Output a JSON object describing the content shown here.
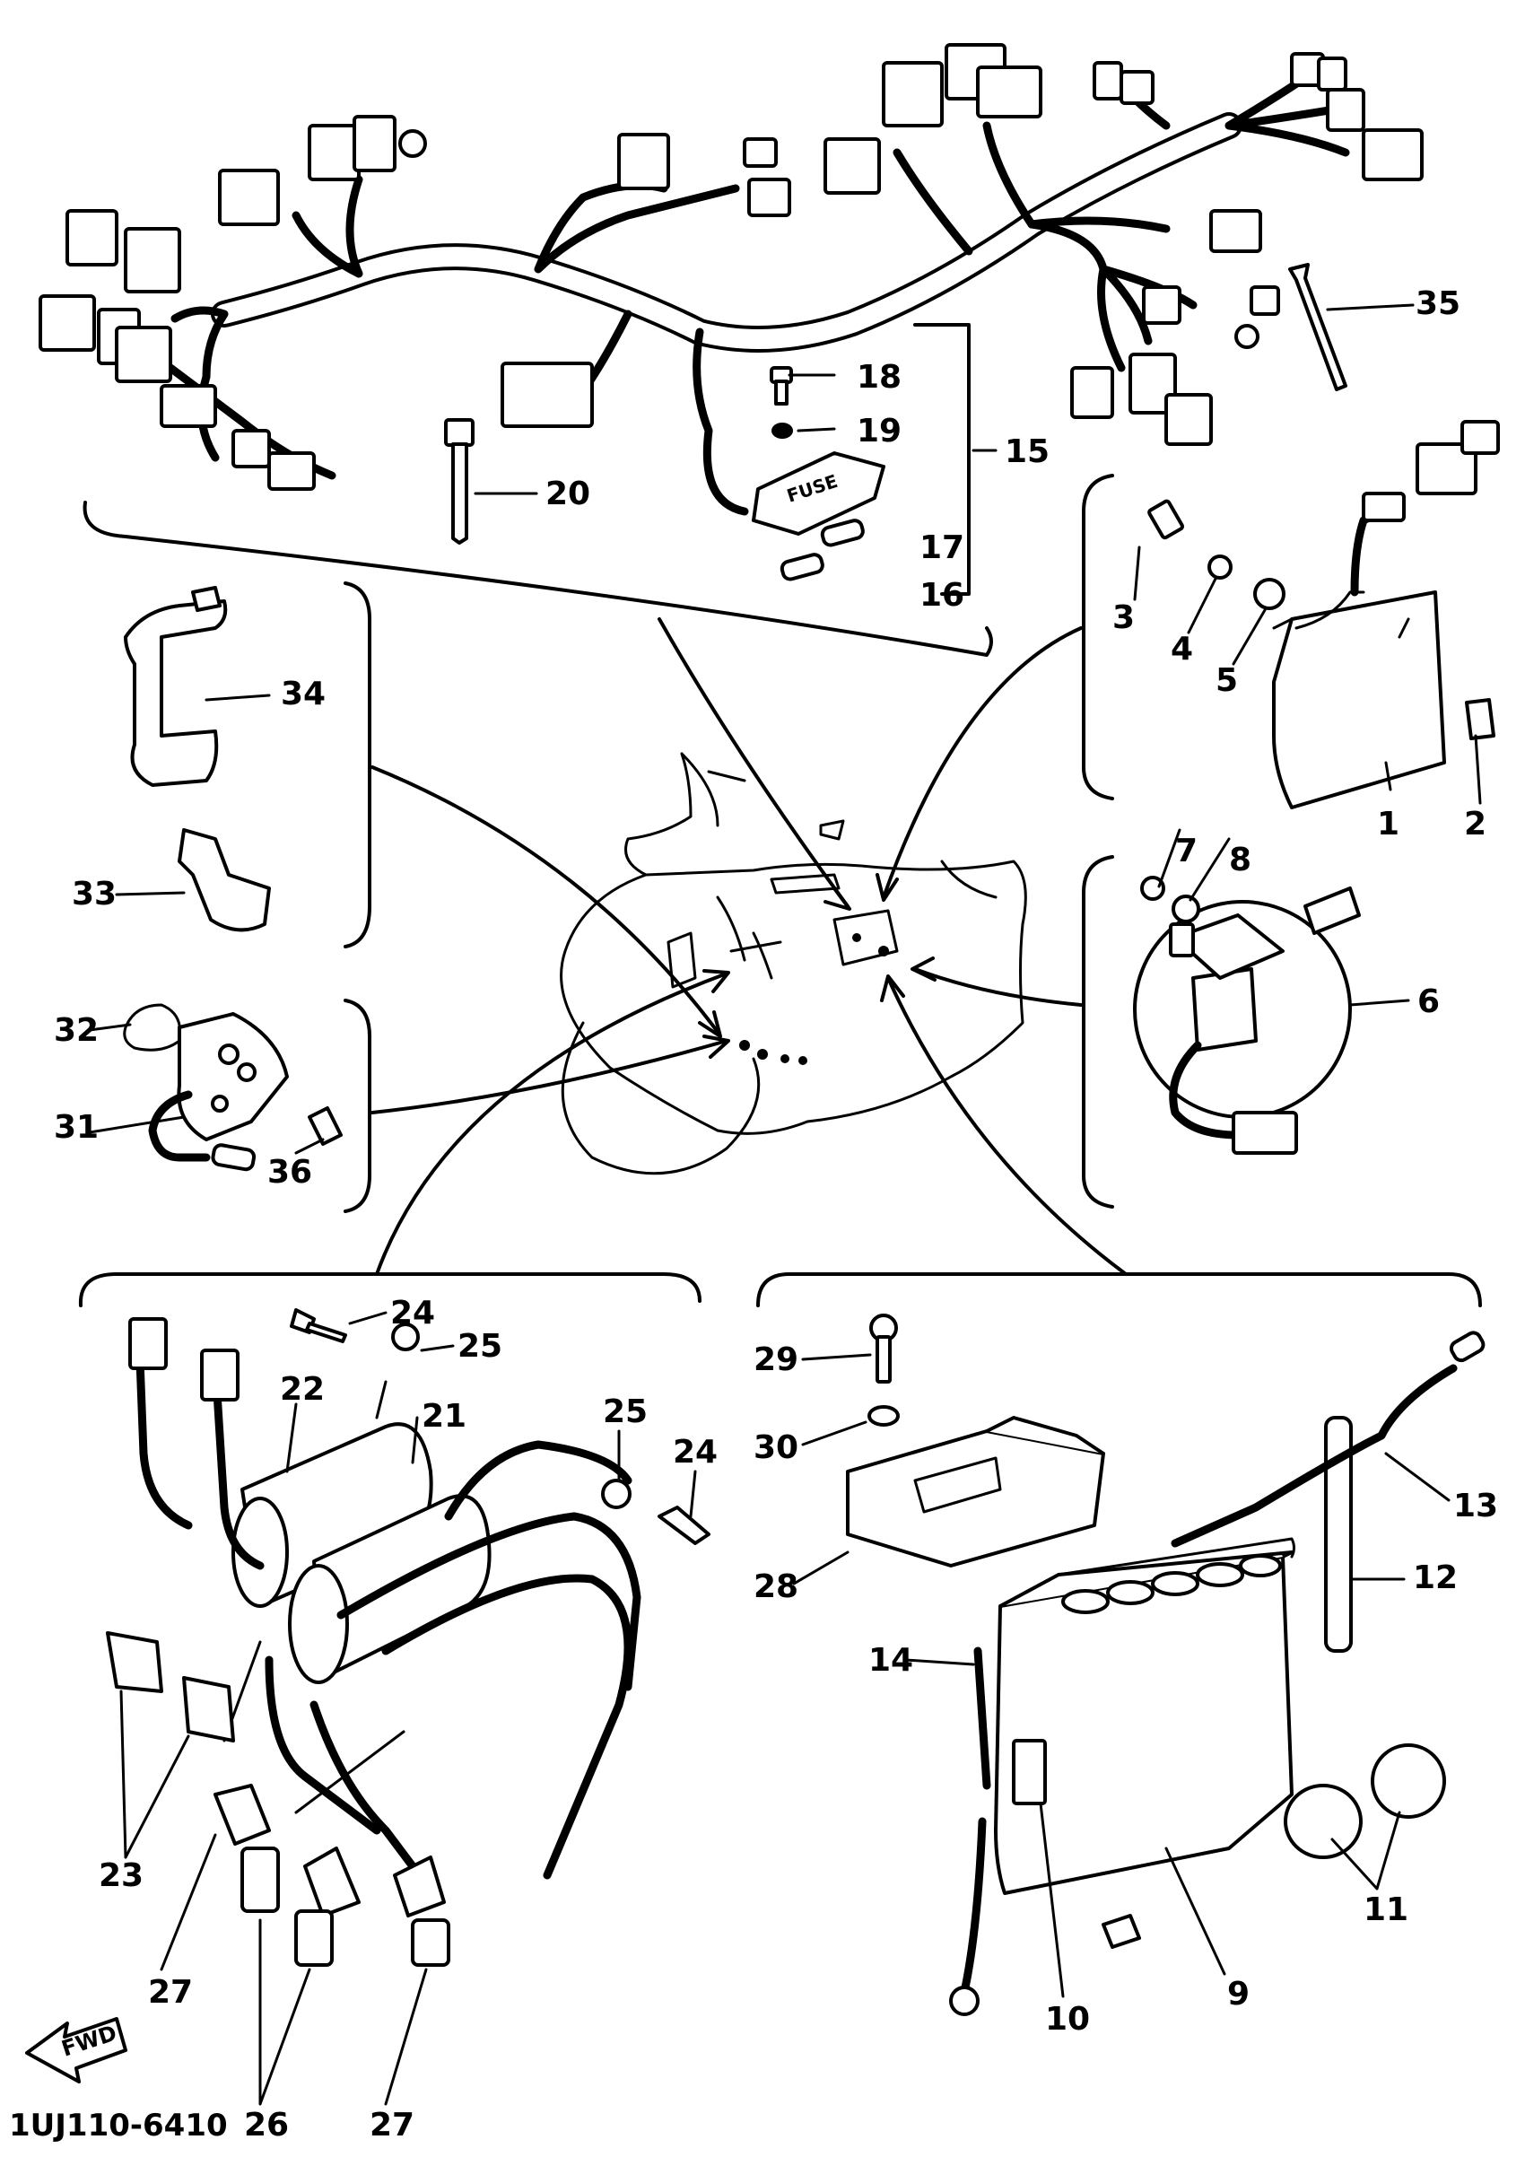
{
  "parts": [
    {
      "key": "p1",
      "label": "1"
    },
    {
      "key": "p2",
      "label": "2"
    },
    {
      "key": "p3",
      "label": "3"
    },
    {
      "key": "p4",
      "label": "4"
    },
    {
      "key": "p5",
      "label": "5"
    },
    {
      "key": "p6",
      "label": "6"
    },
    {
      "key": "p7",
      "label": "7"
    },
    {
      "key": "p8",
      "label": "8"
    },
    {
      "key": "p9",
      "label": "9"
    },
    {
      "key": "p10",
      "label": "10"
    },
    {
      "key": "p11",
      "label": "11"
    },
    {
      "key": "p12",
      "label": "12"
    },
    {
      "key": "p13",
      "label": "13"
    },
    {
      "key": "p14",
      "label": "14"
    },
    {
      "key": "p15",
      "label": "15"
    },
    {
      "key": "p16",
      "label": "16"
    },
    {
      "key": "p17",
      "label": "17"
    },
    {
      "key": "p18",
      "label": "18"
    },
    {
      "key": "p19",
      "label": "19"
    },
    {
      "key": "p20",
      "label": "20"
    },
    {
      "key": "p21",
      "label": "21"
    },
    {
      "key": "p22",
      "label": "22"
    },
    {
      "key": "p23",
      "label": "23"
    },
    {
      "key": "p24",
      "label": "24"
    },
    {
      "key": "p25",
      "label": "25"
    },
    {
      "key": "p26",
      "label": "26"
    },
    {
      "key": "p27",
      "label": "27"
    },
    {
      "key": "p28",
      "label": "28"
    },
    {
      "key": "p29",
      "label": "29"
    },
    {
      "key": "p30",
      "label": "30"
    },
    {
      "key": "p31",
      "label": "31"
    },
    {
      "key": "p32",
      "label": "32"
    },
    {
      "key": "p33",
      "label": "33"
    },
    {
      "key": "p34",
      "label": "34"
    },
    {
      "key": "p35",
      "label": "35"
    },
    {
      "key": "p36",
      "label": "36"
    }
  ],
  "fuse_box_text": "FUSE",
  "fwd_arrow_text": "FWD",
  "diagram_code": "1UJ110-6410"
}
